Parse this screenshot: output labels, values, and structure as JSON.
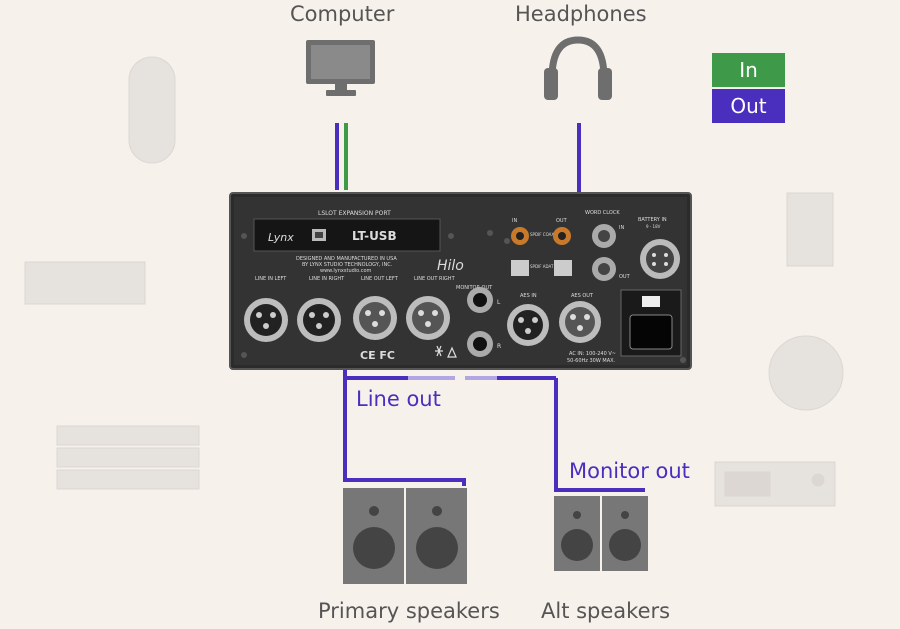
{
  "labels": {
    "computer": "Computer",
    "headphones": "Headphones",
    "line_out": "Line out",
    "monitor_out": "Monitor out",
    "primary_speakers": "Primary speakers",
    "alt_speakers": "Alt speakers"
  },
  "legend": {
    "in": {
      "label": "In",
      "color": "#3e9a48"
    },
    "out": {
      "label": "Out",
      "color": "#4a2fbf"
    }
  },
  "panel": {
    "expansion_port": "LSLOT EXPANSION PORT",
    "card_name": "LT-USB",
    "brand": "Lynx",
    "product": "Hilo",
    "made_in_line1": "DESIGNED AND MANUFACTURED IN USA",
    "made_in_line2": "BY LYNX STUDIO TECHNOLOGY, INC.",
    "website": "www.lynxstudio.com",
    "line_in_left": "LINE IN LEFT",
    "line_in_right": "LINE IN RIGHT",
    "line_out_left": "LINE OUT LEFT",
    "line_out_right": "LINE OUT RIGHT",
    "monitor_out": "MONITOR OUT",
    "monitor_l": "L",
    "monitor_r": "R",
    "aes_in": "AES IN",
    "aes_out": "AES OUT",
    "spdif_in": "IN",
    "spdif_out": "OUT",
    "spdif_coax": "SPDIF COAX",
    "spdif_adat": "SPDIF ADAT OPT.",
    "word_clock": "WORD CLOCK",
    "wc_in": "IN",
    "wc_out": "OUT",
    "battery_in": "BATTERY IN",
    "battery_volts": "9 - 18V",
    "ac_in_line1": "AC IN: 100-240 V~",
    "ac_in_line2": "50-60Hz 30W MAX.",
    "certifications": "CE FC"
  }
}
